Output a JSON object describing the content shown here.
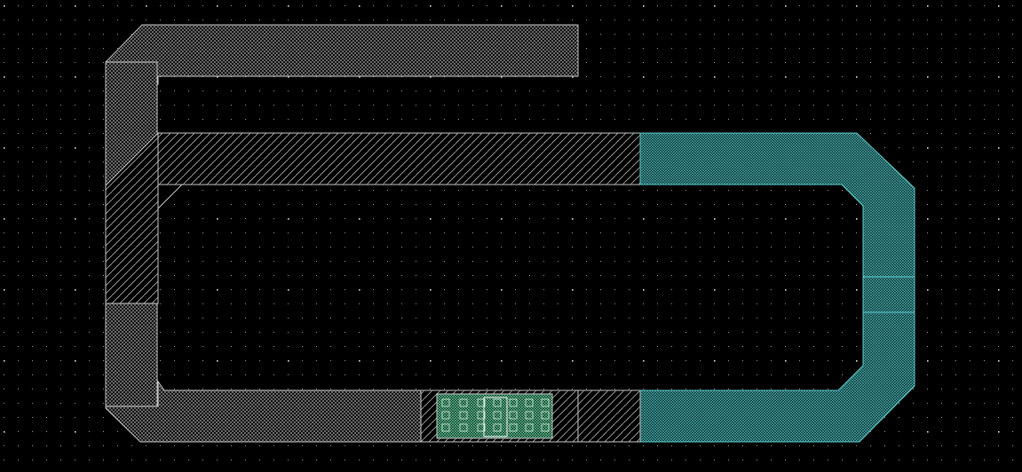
{
  "editor": {
    "type": "layout-editor-canvas",
    "grid_visible": true
  },
  "colors": {
    "background": "#000000",
    "grid_dot": "#c8c8c8",
    "metal_outline": "#c8c8c8",
    "metal_fill": "#9a9a9a",
    "metal_hatch": "#c8c8c8",
    "cyan_layer": "#5fd0d0",
    "contact_green": "#7fd8b0"
  },
  "layers": [
    {
      "name": "metal-upper-track",
      "hatch": "cross",
      "color_key": "metal_outline"
    },
    {
      "name": "metal-diagonal-hatch",
      "hatch": "diagonal",
      "color_key": "metal_hatch"
    },
    {
      "name": "cyan-implant",
      "hatch": "dense-cross",
      "color_key": "cyan_layer"
    },
    {
      "name": "via-contact-array",
      "hatch": "contact",
      "color_key": "contact_green"
    }
  ]
}
